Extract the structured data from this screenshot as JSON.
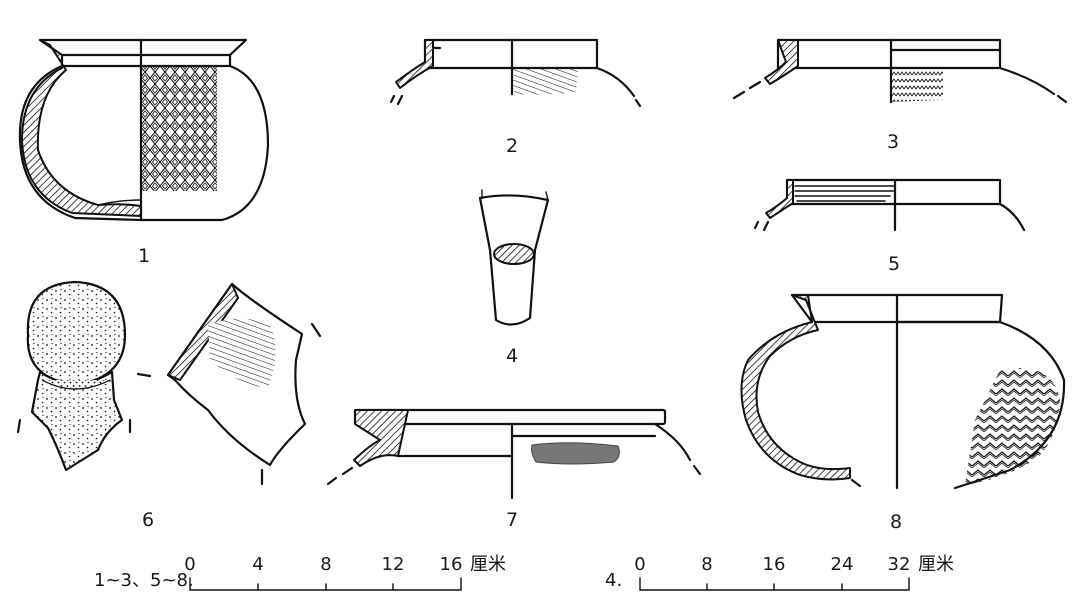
{
  "figure_labels": [
    "1",
    "2",
    "3",
    "4",
    "5",
    "6",
    "7",
    "8"
  ],
  "scale_small": {
    "applies_to": "1~3、5~8.",
    "ticks": [
      "0",
      "4",
      "8",
      "12",
      "16"
    ],
    "unit": "厘米"
  },
  "scale_large": {
    "applies_to": "4.",
    "ticks": [
      "0",
      "8",
      "16",
      "24",
      "32"
    ],
    "unit": "厘米"
  }
}
